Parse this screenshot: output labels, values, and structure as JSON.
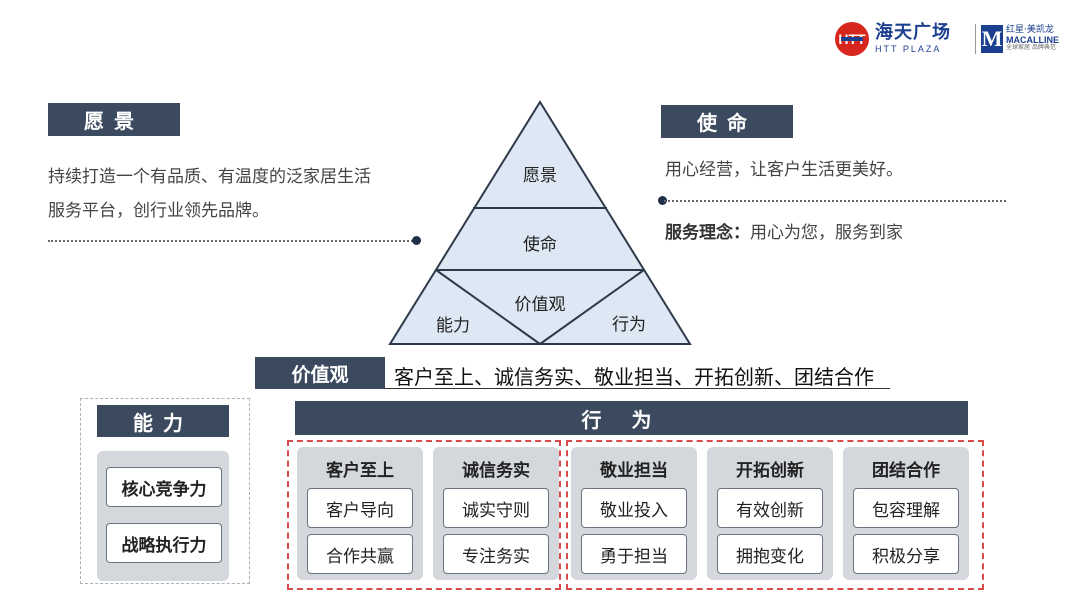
{
  "logos": {
    "htt_mark": "HTT",
    "htt_cn": "海天广场",
    "htt_en": "HTT PLAZA",
    "mac_m": "M",
    "mac_cn": "红星·美凯龙",
    "mac_en": "MACALLINE",
    "mac_sub": "全球家居 品牌典范"
  },
  "vision": {
    "label": "愿景",
    "text_line1": "持续打造一个有品质、有温度的泛家居生活",
    "text_line2": "服务平台，创行业领先品牌。"
  },
  "mission": {
    "label": "使命",
    "text": "用心经营，让客户生活更美好。",
    "service_label": "服务理念：",
    "service_text": "用心为您，服务到家"
  },
  "pyramid": {
    "top": "愿景",
    "middle": "使命",
    "center": "价值观",
    "left": "能力",
    "right": "行为"
  },
  "values": {
    "label": "价值观",
    "text": "客户至上、诚信务实、敬业担当、开拓创新、团结合作"
  },
  "ability": {
    "label": "能力",
    "items": [
      "核心竞争力",
      "战略执行力"
    ]
  },
  "behavior": {
    "label": "行为",
    "groups": [
      {
        "title": "客户至上",
        "items": [
          "客户导向",
          "合作共赢"
        ]
      },
      {
        "title": "诚信务实",
        "items": [
          "诚实守则",
          "专注务实"
        ]
      },
      {
        "title": "敬业担当",
        "items": [
          "敬业投入",
          "勇于担当"
        ]
      },
      {
        "title": "开拓创新",
        "items": [
          "有效创新",
          "拥抱变化"
        ]
      },
      {
        "title": "团结合作",
        "items": [
          "包容理解",
          "积极分享"
        ]
      }
    ]
  },
  "colors": {
    "dark_label": "#3b4a5e",
    "pyramid_fill": "#dde8f4",
    "pyramid_stroke": "#2e3a4a",
    "dashed_red": "#d94a4a",
    "panel_gray": "#d4d8dd",
    "htt_red": "#d7261e",
    "brand_blue": "#1c3f8f"
  }
}
